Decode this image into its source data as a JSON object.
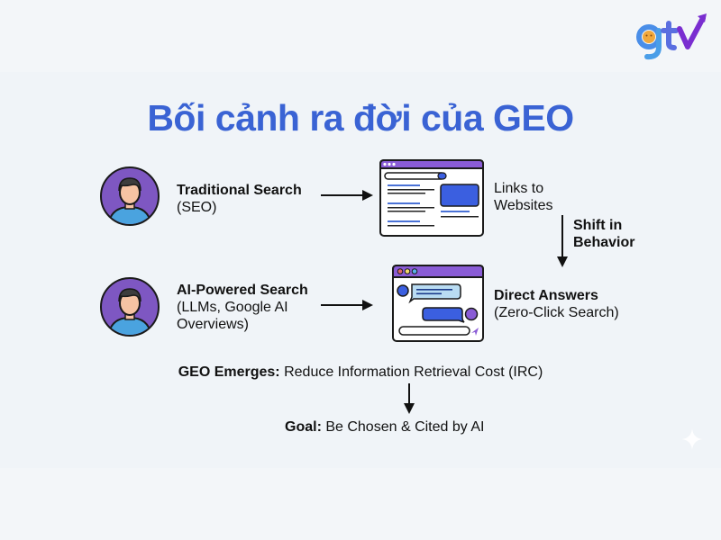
{
  "logo": {
    "text": "gtv",
    "colors": {
      "g": "#4a7ee8",
      "t": "#6a4ed8",
      "v": "#7a2ed0",
      "bubble": "#f0a83c"
    }
  },
  "title": "Bối cảnh ra đời của GEO",
  "colors": {
    "title": "#3a63d4",
    "avatar_bg": "#7e57c2",
    "avatar_shirt": "#4aa3df",
    "avatar_skin": "#f6c3a3",
    "avatar_hair": "#3d3d3d",
    "browser_bar": "#8a5cd6",
    "browser_blue": "#3b5fe0",
    "link_blue": "#4a72d6",
    "bubble_light": "#b9dcf2"
  },
  "rows": [
    {
      "user_label": {
        "title": "Traditional Search",
        "subtitle": "(SEO)"
      },
      "result_label": {
        "title": "",
        "lines": [
          "Links to",
          "Websites"
        ]
      }
    },
    {
      "user_label": {
        "title": "AI-Powered Search",
        "subtitle_lines": [
          "(LLMs, Google AI",
          "Overviews)"
        ]
      },
      "result_label": {
        "title": "Direct Answers",
        "subtitle": "(Zero-Click Search)"
      }
    }
  ],
  "transition": {
    "lines": [
      "Shift in",
      "Behavior"
    ]
  },
  "geo": {
    "bold": "GEO Emerges:",
    "text": " Reduce Information Retrieval Cost (IRC)"
  },
  "goal": {
    "bold": "Goal:",
    "text": " Be Chosen & Cited by AI"
  }
}
